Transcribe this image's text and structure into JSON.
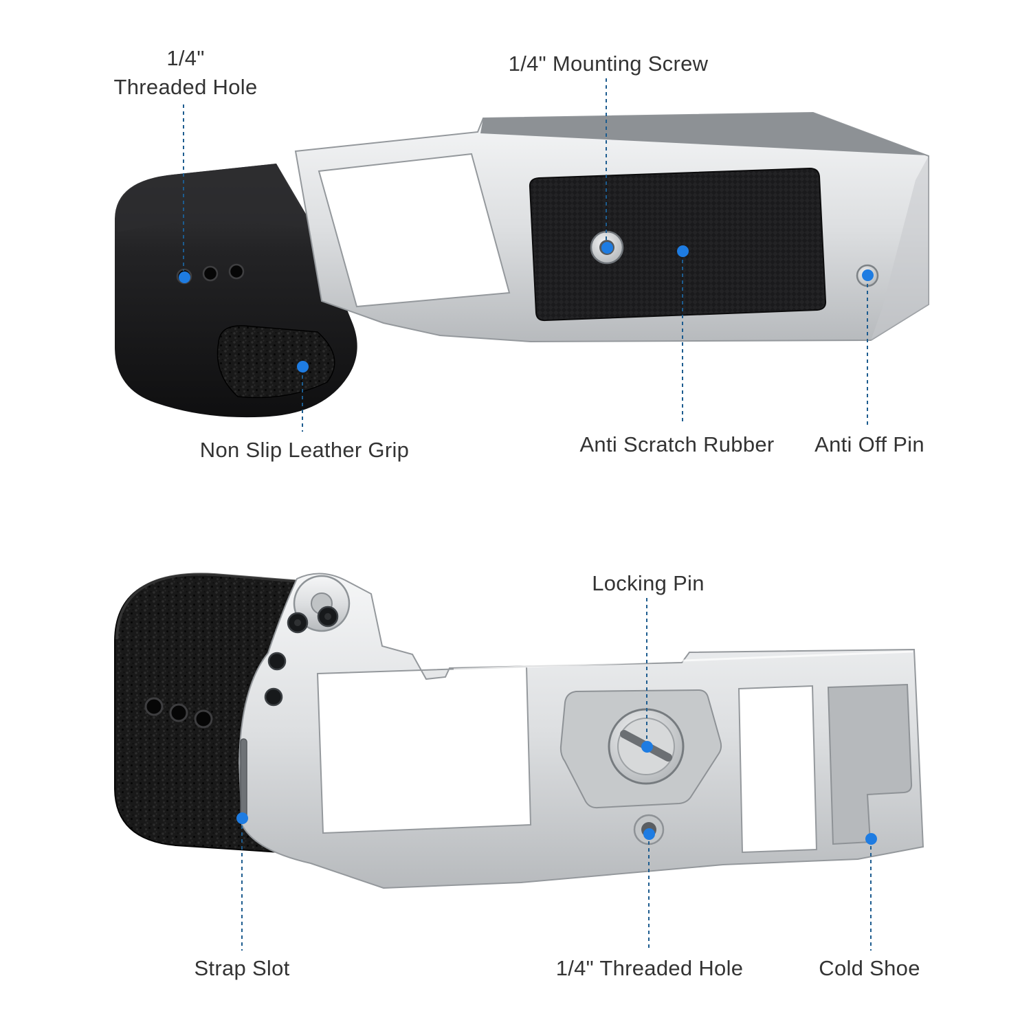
{
  "diagram": {
    "background": "#ffffff",
    "colors": {
      "background": "#ffffff",
      "label_text": "#333333",
      "leader_line": "#1d5c8f",
      "target_dot": "#1e7ce2",
      "plate_silver": "#d6d8da",
      "grip_black": "#1a1a1a"
    },
    "top_view": {
      "annotations": {
        "threaded_hole": {
          "line1": "1/4\"",
          "line2": "Threaded Hole"
        },
        "mounting_screw": {
          "label": "1/4\" Mounting Screw"
        },
        "leather_grip": {
          "label": "Non Slip Leather Grip"
        },
        "anti_scratch_rubber": {
          "label": "Anti Scratch Rubber"
        },
        "anti_off_pin": {
          "label": "Anti Off Pin"
        }
      }
    },
    "bottom_view": {
      "annotations": {
        "locking_pin": {
          "label": "Locking Pin"
        },
        "strap_slot": {
          "label": "Strap Slot"
        },
        "threaded_hole": {
          "label": "1/4\" Threaded Hole"
        },
        "cold_shoe": {
          "label": "Cold Shoe"
        }
      }
    }
  }
}
